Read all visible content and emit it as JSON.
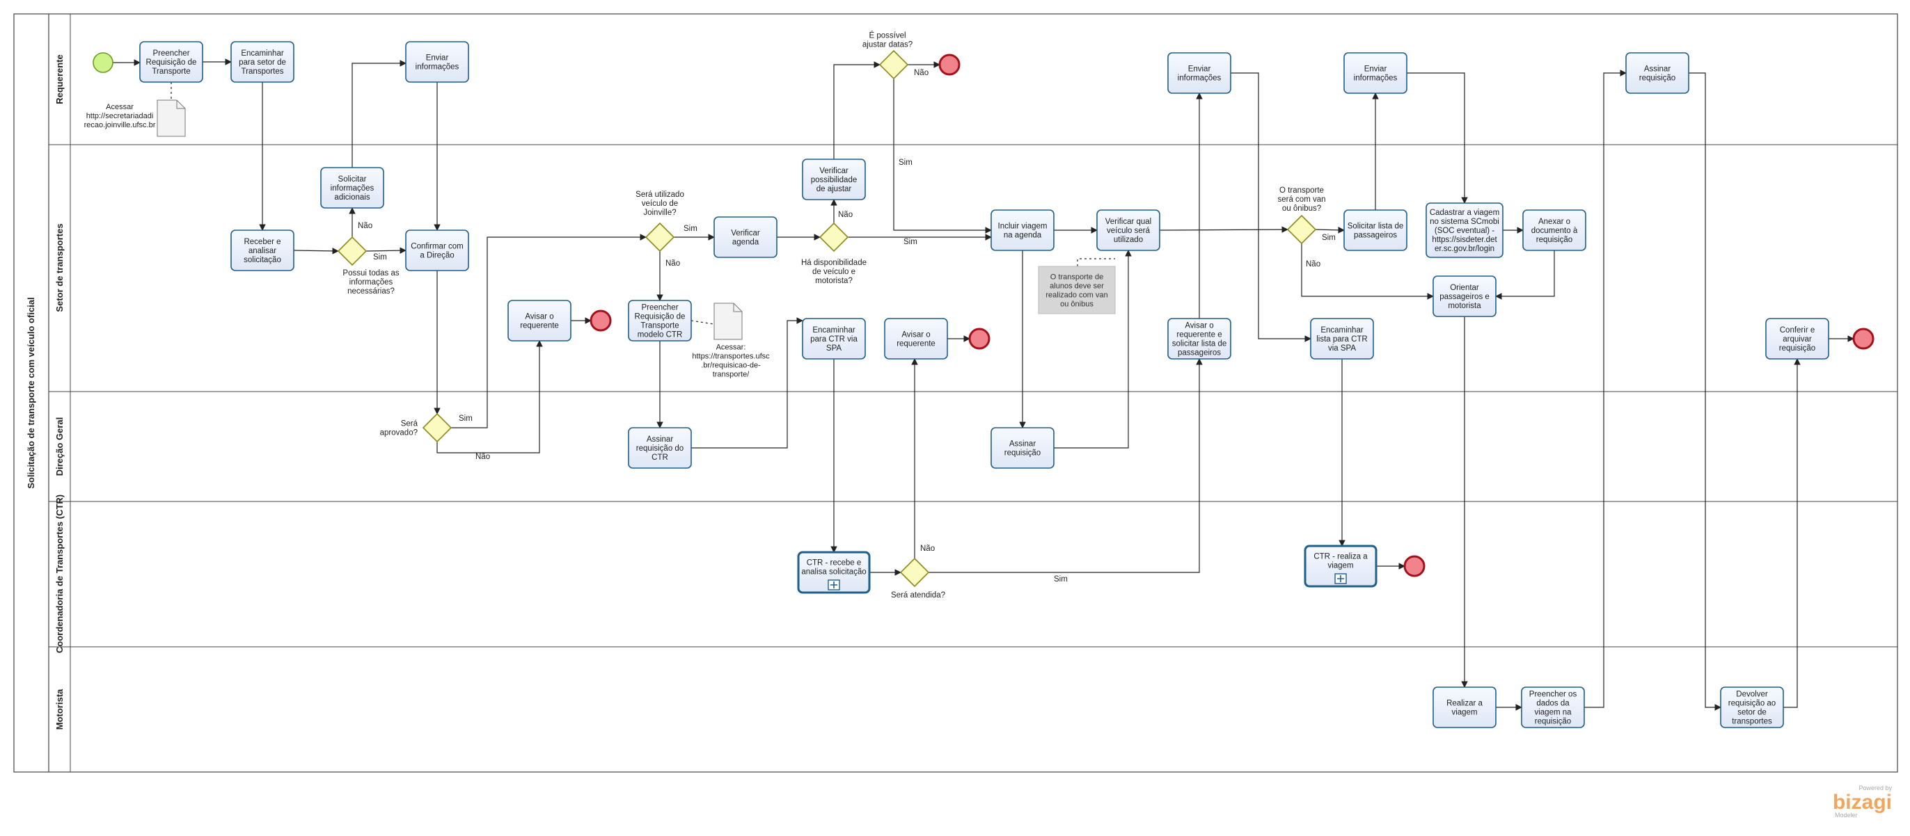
{
  "pool": {
    "title": "Solicitação de transporte com veículo oficial"
  },
  "lanes": [
    {
      "id": "l1",
      "label": "Requerente"
    },
    {
      "id": "l2",
      "label": "Setor de transportes"
    },
    {
      "id": "l3",
      "label": "Direção Geral"
    },
    {
      "id": "l4",
      "label": "Coordenadoria de Transportes (CTR)"
    },
    {
      "id": "l5",
      "label": "Motorista"
    }
  ],
  "tasks": [
    {
      "id": "t_preencher",
      "lines": [
        "Preencher",
        "Requisição de",
        "Transporte"
      ]
    },
    {
      "id": "t_encaminhar",
      "lines": [
        "Encaminhar",
        "para setor de",
        "Transportes"
      ]
    },
    {
      "id": "t_enviar1",
      "lines": [
        "Enviar",
        "informações"
      ]
    },
    {
      "id": "t_enviar2",
      "lines": [
        "Enviar",
        "informações"
      ]
    },
    {
      "id": "t_enviar3",
      "lines": [
        "Enviar",
        "informações"
      ]
    },
    {
      "id": "t_assinar_req",
      "lines": [
        "Assinar",
        "requisição"
      ]
    },
    {
      "id": "t_receber",
      "lines": [
        "Receber e",
        "analisar",
        "solicitação"
      ]
    },
    {
      "id": "t_solicitar_info",
      "lines": [
        "Solicitar",
        "informações",
        "adicionais"
      ]
    },
    {
      "id": "t_confirmar",
      "lines": [
        "Confirmar com",
        "a Direção"
      ]
    },
    {
      "id": "t_avisar1",
      "lines": [
        "Avisar o",
        "requerente"
      ]
    },
    {
      "id": "t_preencher_ctr",
      "lines": [
        "Preencher",
        "Requisição de",
        "Transporte",
        "modelo CTR"
      ]
    },
    {
      "id": "t_verificar_agenda",
      "lines": [
        "Verificar",
        "agenda"
      ]
    },
    {
      "id": "t_verificar_ajuste",
      "lines": [
        "Verificar",
        "possibilidade",
        "de ajustar"
      ]
    },
    {
      "id": "t_encaminhar_ctr",
      "lines": [
        "Encaminhar",
        "para CTR via",
        "SPA"
      ]
    },
    {
      "id": "t_avisar2",
      "lines": [
        "Avisar o",
        "requerente"
      ]
    },
    {
      "id": "t_incluir",
      "lines": [
        "Incluir viagem",
        "na agenda"
      ]
    },
    {
      "id": "t_verificar_veiculo",
      "lines": [
        "Verificar qual",
        "veículo será",
        "utilizado"
      ]
    },
    {
      "id": "t_avisar3",
      "lines": [
        "Avisar o",
        "requerente e",
        "solicitar lista de",
        "passageiros"
      ]
    },
    {
      "id": "t_encaminhar_lista",
      "lines": [
        "Encaminhar",
        "lista para CTR",
        "via SPA"
      ]
    },
    {
      "id": "t_solicitar_lista",
      "lines": [
        "Solicitar lista de",
        "passageiros"
      ]
    },
    {
      "id": "t_cadastrar",
      "lines": [
        "Cadastrar a viagem",
        "no sistema SCmobi",
        "(SOC eventual) -",
        "https://sisdeter.det",
        "er.sc.gov.br/login"
      ]
    },
    {
      "id": "t_anexar",
      "lines": [
        "Anexar o",
        "documento à",
        "requisição"
      ]
    },
    {
      "id": "t_orientar",
      "lines": [
        "Orientar",
        "passageiros e",
        "motorista"
      ]
    },
    {
      "id": "t_conferir",
      "lines": [
        "Conferir e",
        "arquivar",
        "requisição"
      ]
    },
    {
      "id": "t_assinar_ctr",
      "lines": [
        "Assinar",
        "requisição do",
        "CTR"
      ]
    },
    {
      "id": "t_assinar_dg",
      "lines": [
        "Assinar",
        "requisição"
      ]
    },
    {
      "id": "t_ctr_recebe",
      "lines": [
        "CTR - recebe e",
        "analisa solicitação"
      ]
    },
    {
      "id": "t_ctr_realiza",
      "lines": [
        "CTR - realiza a",
        "viagem"
      ]
    },
    {
      "id": "t_realizar",
      "lines": [
        "Realizar a",
        "viagem"
      ]
    },
    {
      "id": "t_preencher_dados",
      "lines": [
        "Preencher os",
        "dados da",
        "viagem na",
        "requisição"
      ]
    },
    {
      "id": "t_devolver",
      "lines": [
        "Devolver",
        "requisição ao",
        "setor de",
        "transportes"
      ]
    }
  ],
  "gateways": [
    {
      "id": "g_ajustar",
      "lines": [
        "É possível",
        "ajustar datas?"
      ]
    },
    {
      "id": "g_possui",
      "lines": [
        "Possui todas as",
        "informações",
        "necessárias?"
      ]
    },
    {
      "id": "g_joinville",
      "lines": [
        "Será utilizado",
        "veículo de",
        "Joinville?"
      ]
    },
    {
      "id": "g_disponib",
      "lines": [
        "Há disponibilidade",
        "de veículo e",
        "motorista?"
      ]
    },
    {
      "id": "g_van",
      "lines": [
        "O transporte",
        "será com van",
        "ou ônibus?"
      ]
    },
    {
      "id": "g_aprovado",
      "lines": [
        "Será",
        "aprovado?"
      ]
    },
    {
      "id": "g_atendida",
      "lines": [
        "Será atendida?"
      ]
    }
  ],
  "edge_labels": {
    "sim": "Sim",
    "nao": "Não"
  },
  "documents": [
    {
      "id": "d_req",
      "lines": [
        "Acessar",
        "http://secretariadadi",
        "recao.joinville.ufsc.br"
      ]
    },
    {
      "id": "d_ctr",
      "lines": [
        "Acessar:",
        "https://transportes.ufsc",
        ".br/requisicao-de-",
        "transporte/"
      ]
    }
  ],
  "annotation": {
    "lines": [
      "O transporte de",
      "alunos deve ser",
      "realizado com van",
      "ou ônibus"
    ]
  },
  "brand": {
    "powered": "Powered by",
    "name": "bizagi",
    "product": "Modeler"
  },
  "colors": {
    "task_fill": "#eaf0fb",
    "task_stroke": "#1f5f8b",
    "gateway_fill": "#fbfac1",
    "gateway_stroke": "#8a8a1a",
    "start_fill": "#ccf48a",
    "start_stroke": "#6b9a1c",
    "end_fill": "#f0838b",
    "end_stroke": "#a3111b",
    "annotation_fill": "#d6d6d6",
    "brand": "#f2a55c"
  }
}
